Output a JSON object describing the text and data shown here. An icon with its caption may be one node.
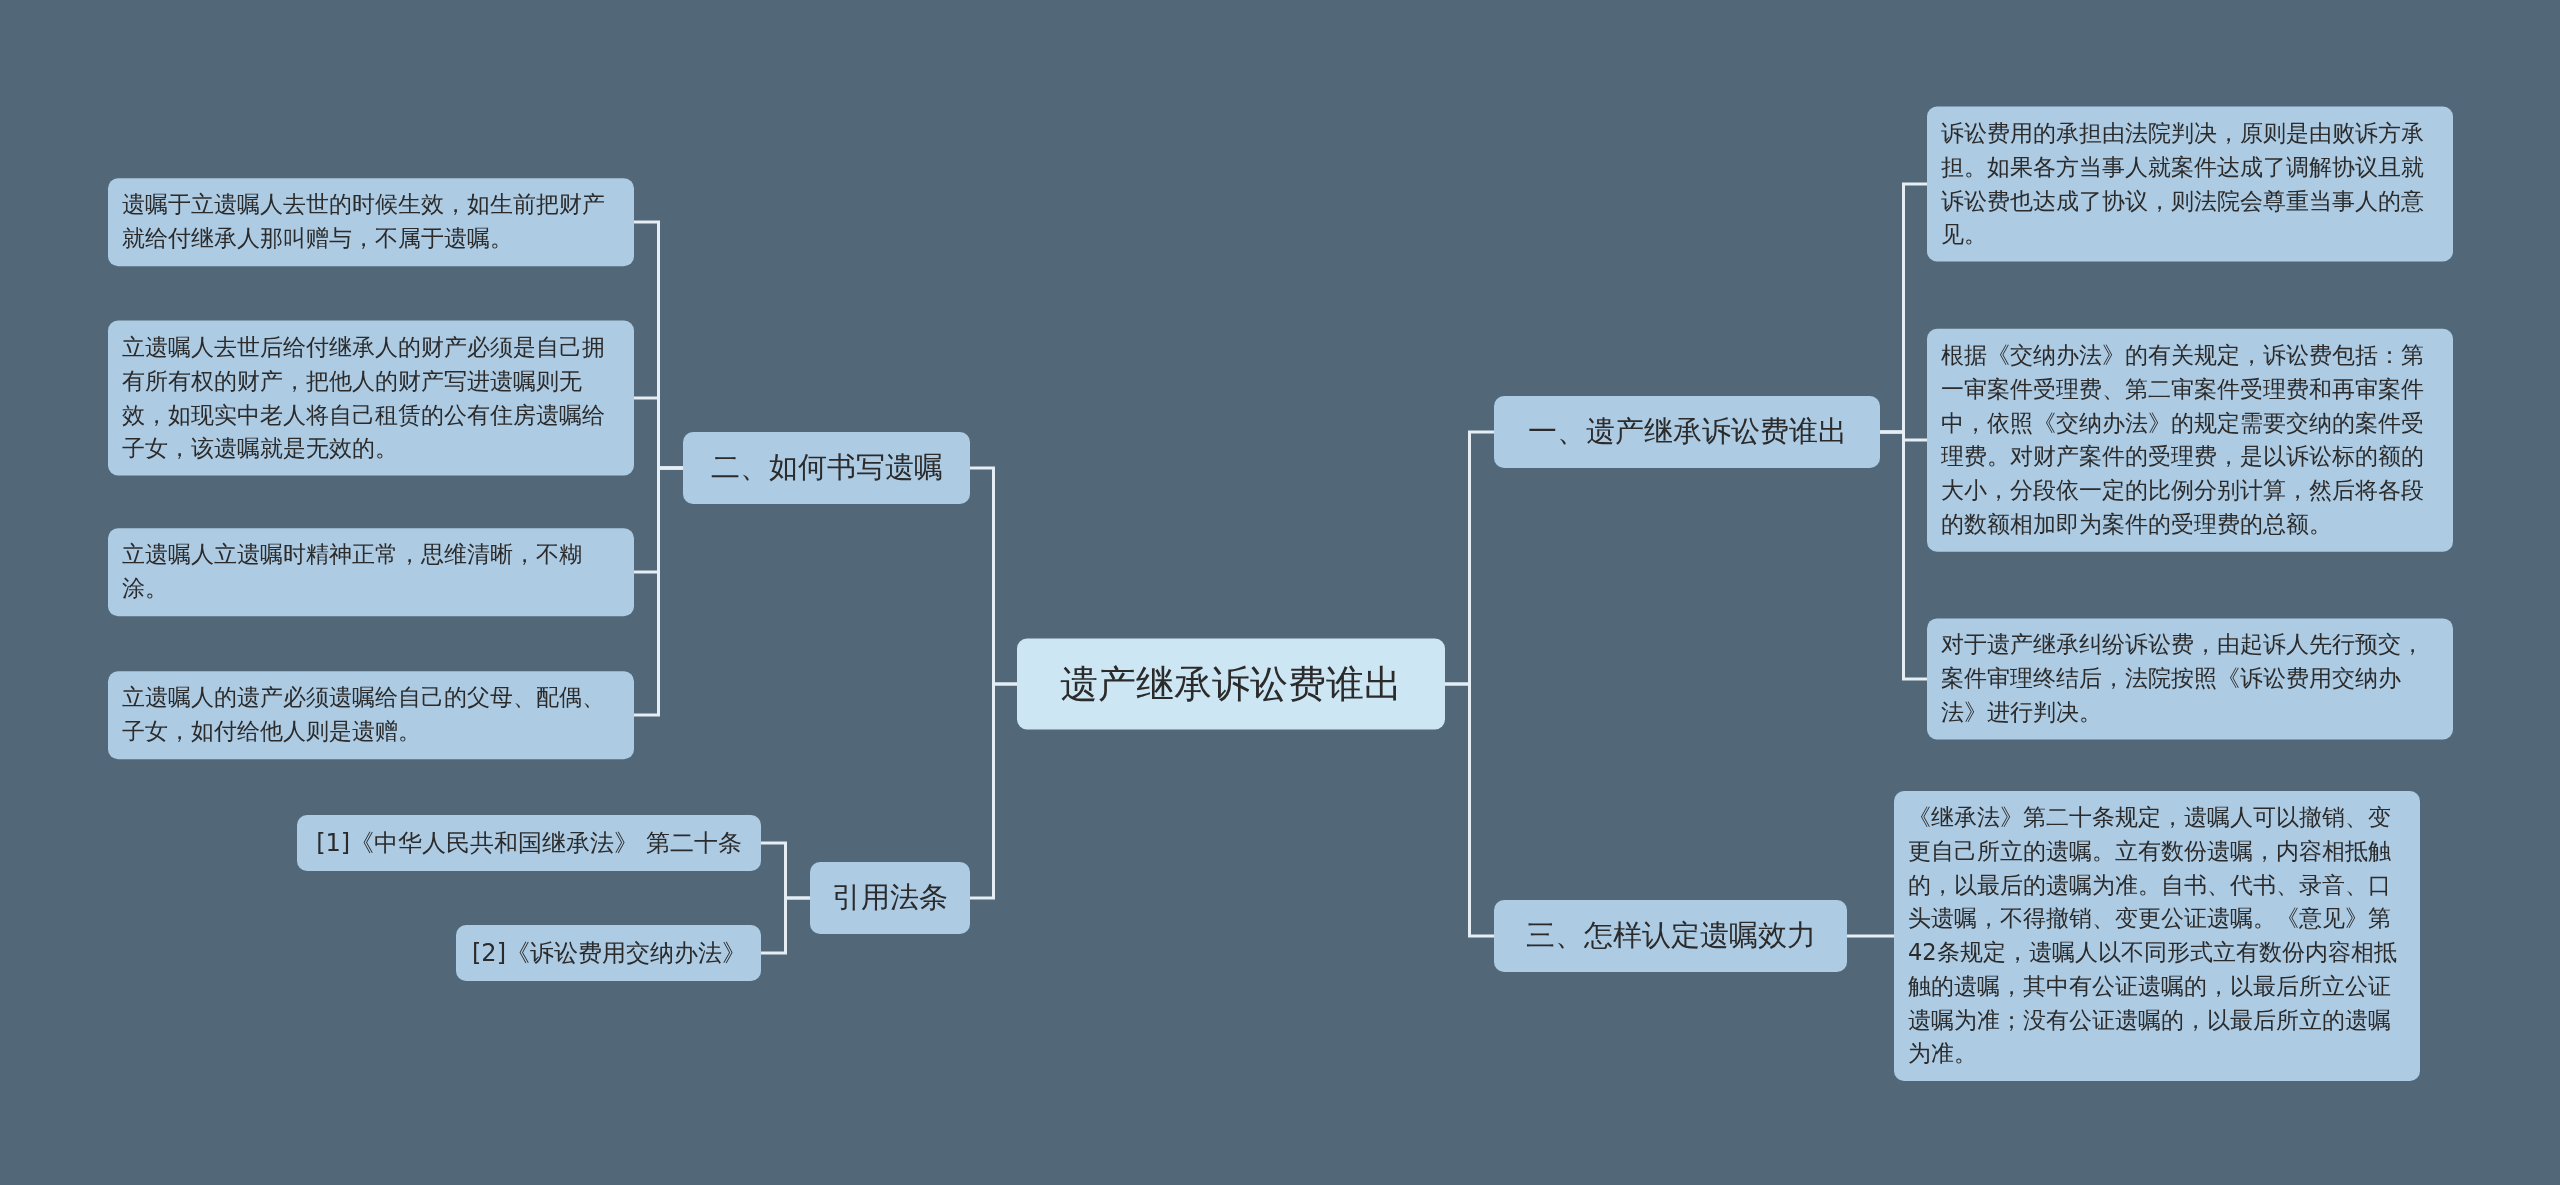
{
  "diagram": {
    "nodes": [
      {
        "text": [
          "遗产继承诉讼费谁出"
        ]
      },
      {
        "text": [
          "一、遗产继承诉讼费谁出"
        ]
      },
      {
        "text": [
          "诉讼费用的承担由法院判决，原则是由败诉方承担。如果各方当事人就案件达成了调解协议且就诉讼费也达成了协议，则法院会尊重当事人的意见。"
        ]
      },
      {
        "text": [
          "根据《交纳办法》的有关规定，诉讼费包括：第一审案件受理费、第二审案件受理费和再审案件中，依照《交纳办法》的规定需要交纳的案件受理费。对财产案件的受理费，是以诉讼标的额的大小，分段依一定的比例分别计算，然后将各段的数额相加即为案件的受理费的总额。"
        ]
      },
      {
        "text": [
          "对于遗产继承纠纷诉讼费，由起诉人先行预交，案件审理终结后，法院按照《诉讼费用交纳办法》进行判决。"
        ]
      },
      {
        "text": [
          "三、怎样认定遗嘱效力"
        ]
      },
      {
        "text": [
          "《继承法》第二十条规定，遗嘱人可以撤销、变更自己所立的遗嘱。立有数份遗嘱，内容相抵触的，以最后的遗嘱为准。自书、代书、录音、口头遗嘱，不得撤销、变更公证遗嘱。《意见》第42条规定，遗嘱人以不同形式立有数份内容相抵触的遗嘱，其中有公证遗嘱的，以最后所立公证遗嘱为准；没有公证遗嘱的，以最后所立的遗嘱为准。"
        ]
      },
      {
        "text": [
          "二、如何书写遗嘱"
        ]
      },
      {
        "text": [
          "遗嘱于立遗嘱人去世的时候生效，如生前把财产就给付继承人那叫赠与，不属于遗嘱。"
        ]
      },
      {
        "text": [
          "立遗嘱人去世后给付继承人的财产必须是自己拥有所有权的财产，把他人的财产写进遗嘱则无效，如现实中老人将自己租赁的公有住房遗嘱给子女，该遗嘱就是无效的。"
        ]
      },
      {
        "text": [
          "立遗嘱人立遗嘱时精神正常，思维清晰，不糊涂。"
        ]
      },
      {
        "text": [
          "立遗嘱人的遗产必须遗嘱给自己的父母、配偶、子女，如付给他人则是遗赠。"
        ]
      },
      {
        "text": [
          "引用法条"
        ]
      },
      {
        "text": [
          "[1]《中华人民共和国继承法》 第二十条"
        ]
      },
      {
        "text": [
          "[2]《诉讼费用交纳办法》"
        ]
      }
    ],
    "edges": [
      {
        "from": 0,
        "to": 1,
        "arrow": "none"
      },
      {
        "from": 1,
        "to": 2,
        "arrow": "none"
      },
      {
        "from": 1,
        "to": 3,
        "arrow": "none"
      },
      {
        "from": 1,
        "to": 4,
        "arrow": "none"
      },
      {
        "from": 0,
        "to": 5,
        "arrow": "none"
      },
      {
        "from": 5,
        "to": 6,
        "arrow": "none"
      },
      {
        "from": 0,
        "to": 7,
        "arrow": "none"
      },
      {
        "from": 7,
        "to": 8,
        "arrow": "none"
      },
      {
        "from": 7,
        "to": 9,
        "arrow": "none"
      },
      {
        "from": 7,
        "to": 10,
        "arrow": "none"
      },
      {
        "from": 7,
        "to": 11,
        "arrow": "none"
      },
      {
        "from": 0,
        "to": 12,
        "arrow": "none"
      },
      {
        "from": 12,
        "to": 13,
        "arrow": "none"
      },
      {
        "from": 12,
        "to": 14,
        "arrow": "none"
      }
    ]
  }
}
